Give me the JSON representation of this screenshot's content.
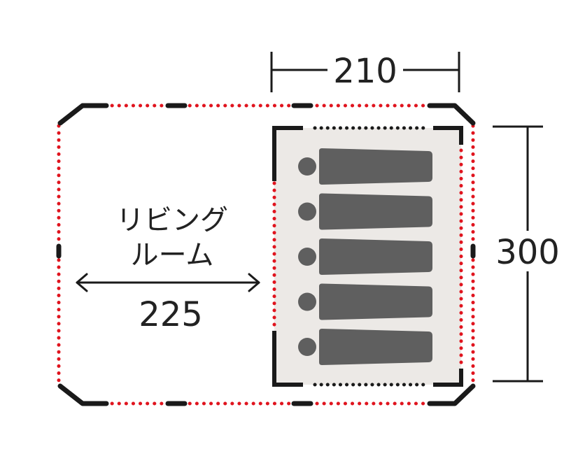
{
  "dimensions": {
    "inner_width": "210",
    "depth": "300",
    "living_width": "225"
  },
  "labels": {
    "living_room_line1": "リビング",
    "living_room_line2": "ルーム"
  },
  "sleeping_bags": [
    {
      "slot": 1
    },
    {
      "slot": 2
    },
    {
      "slot": 3
    },
    {
      "slot": 4
    },
    {
      "slot": 5
    }
  ],
  "colors": {
    "outer_wall_dots": "#e0141e",
    "frame": "#1a1a1a",
    "inner_floor": "#ece9e6",
    "sleeping_bag": "#5f5f5f",
    "text": "#222222"
  }
}
